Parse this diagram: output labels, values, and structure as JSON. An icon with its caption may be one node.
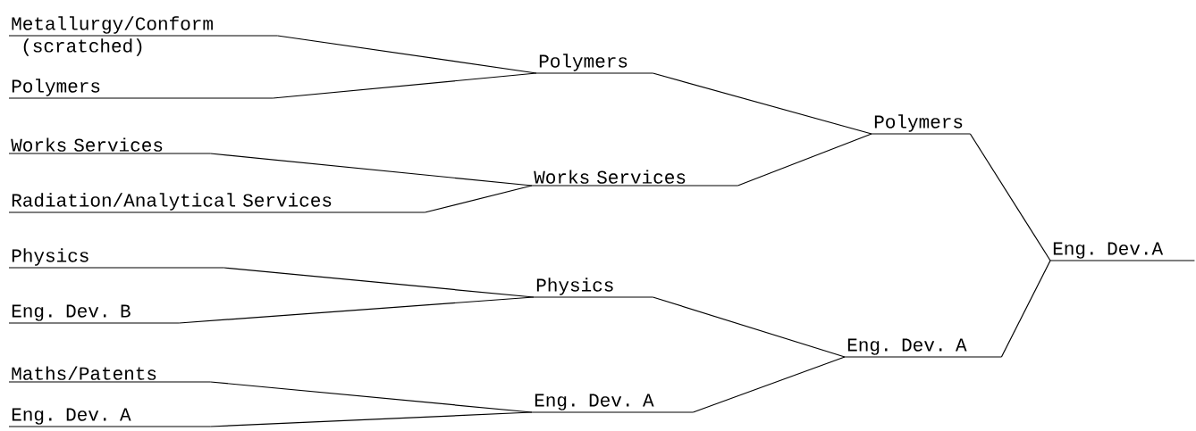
{
  "diagram": {
    "nodes": [
      {
        "text": [
          "Metallurgy/Conform"
        ],
        "beside": [
          "(scratched)"
        ]
      },
      {
        "text": [
          "Polymers"
        ]
      },
      {
        "text": [
          "Works Services"
        ]
      },
      {
        "text": [
          "Radiation/Analytical Services"
        ]
      },
      {
        "text": [
          "Physics"
        ]
      },
      {
        "text": [
          "Eng. Dev. B"
        ]
      },
      {
        "text": [
          "Maths/Patents"
        ]
      },
      {
        "text": [
          "Eng. Dev. A"
        ]
      },
      {
        "text": [
          "Polymers"
        ]
      },
      {
        "text": [
          "Works Services"
        ]
      },
      {
        "text": [
          "Physics"
        ]
      },
      {
        "text": [
          "Eng. Dev. A"
        ]
      },
      {
        "text": [
          "Polymers"
        ]
      },
      {
        "text": [
          "Eng. Dev. A"
        ]
      },
      {
        "text": [
          "Eng. Dev.A"
        ]
      }
    ],
    "edges": [
      {
        "from": 0,
        "to": 8,
        "arrow": "none"
      },
      {
        "from": 1,
        "to": 8,
        "arrow": "none"
      },
      {
        "from": 2,
        "to": 9,
        "arrow": "none"
      },
      {
        "from": 3,
        "to": 9,
        "arrow": "none"
      },
      {
        "from": 4,
        "to": 10,
        "arrow": "none"
      },
      {
        "from": 5,
        "to": 10,
        "arrow": "none"
      },
      {
        "from": 6,
        "to": 11,
        "arrow": "none"
      },
      {
        "from": 7,
        "to": 11,
        "arrow": "none"
      },
      {
        "from": 8,
        "to": 12,
        "arrow": "none"
      },
      {
        "from": 9,
        "to": 12,
        "arrow": "none"
      },
      {
        "from": 10,
        "to": 13,
        "arrow": "none"
      },
      {
        "from": 11,
        "to": 13,
        "arrow": "none"
      },
      {
        "from": 12,
        "to": 14,
        "arrow": "none"
      },
      {
        "from": 13,
        "to": 14,
        "arrow": "none"
      }
    ]
  }
}
